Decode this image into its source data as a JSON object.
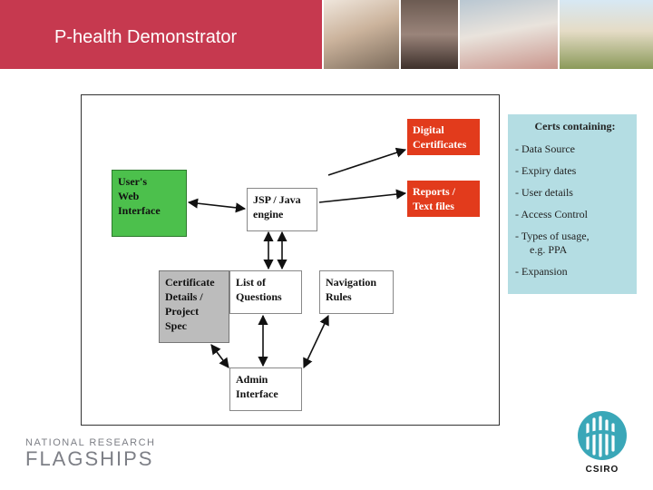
{
  "header": {
    "title": "P-health Demonstrator",
    "accent_color": "#c6394f"
  },
  "diagram": {
    "users_web_interface": "User's\nWeb\nInterface",
    "jsp_engine": "JSP / Java\nengine",
    "digital_certificates": "Digital\nCertificates",
    "reports_text_files": "Reports /\nText files",
    "certificate_details": "Certificate\nDetails /\nProject\nSpec",
    "list_of_questions": "List of\nQuestions",
    "navigation_rules": "Navigation\nRules",
    "admin_interface": "Admin\nInterface"
  },
  "certs_panel": {
    "title": "Certs containing:",
    "items": [
      "- Data Source",
      "- Expiry dates",
      "- User details",
      "- Access Control",
      "- Types of usage,",
      "e.g. PPA",
      "- Expansion"
    ],
    "background": "#b4dde3"
  },
  "footer": {
    "logo_line1": "NATIONAL RESEARCH",
    "logo_line2": "FLAGSHIPS",
    "csiro": "CSIRO"
  }
}
